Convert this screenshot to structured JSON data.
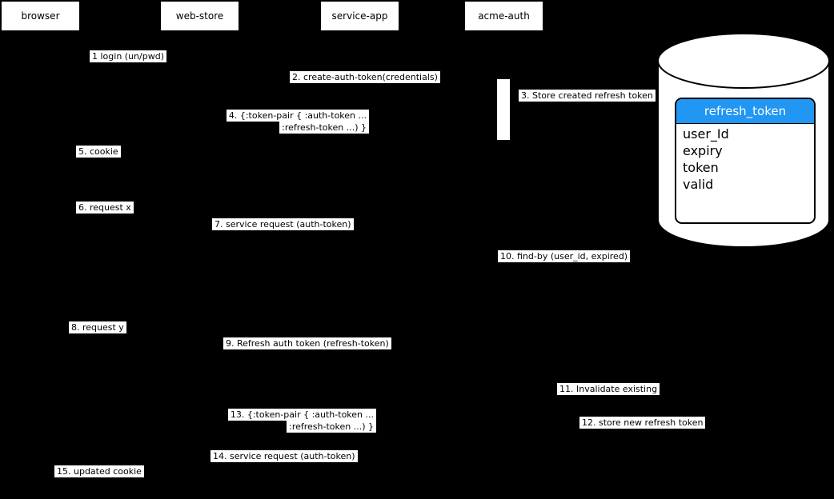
{
  "diagram": {
    "actors": [
      {
        "label": "browser"
      },
      {
        "label": "web-store"
      },
      {
        "label": "service-app"
      },
      {
        "label": "acme-auth"
      }
    ],
    "messages": [
      {
        "label": "1 login (un/pwd)"
      },
      {
        "label": "2. create-auth-token(credentials)"
      },
      {
        "label": "3. Store created refresh token"
      },
      {
        "lines": [
          "4. {:token-pair { :auth-token ...",
          ":refresh-token ...) }"
        ]
      },
      {
        "label": "5. cookie"
      },
      {
        "label": "6. request x"
      },
      {
        "label": "7. service request (auth-token)"
      },
      {
        "label": "8. request y"
      },
      {
        "label": "9. Refresh auth token (refresh-token)"
      },
      {
        "label": "10. find-by (user_id, expired)"
      },
      {
        "label": "11. Invalidate existing"
      },
      {
        "label": "12. store new refresh token"
      },
      {
        "lines": [
          "13. {:token-pair { :auth-token ...",
          ":refresh-token ...) }"
        ]
      },
      {
        "label": "14. service request (auth-token)"
      },
      {
        "label": "15. updated cookie"
      }
    ],
    "database": {
      "title": "refresh_token",
      "fields": [
        "user_Id",
        "expiry",
        "token",
        "valid"
      ],
      "header_color": "#2196F3"
    },
    "colors": {
      "background": "#000000",
      "label_background": "#FFFFFF",
      "label_text": "#000000"
    }
  }
}
